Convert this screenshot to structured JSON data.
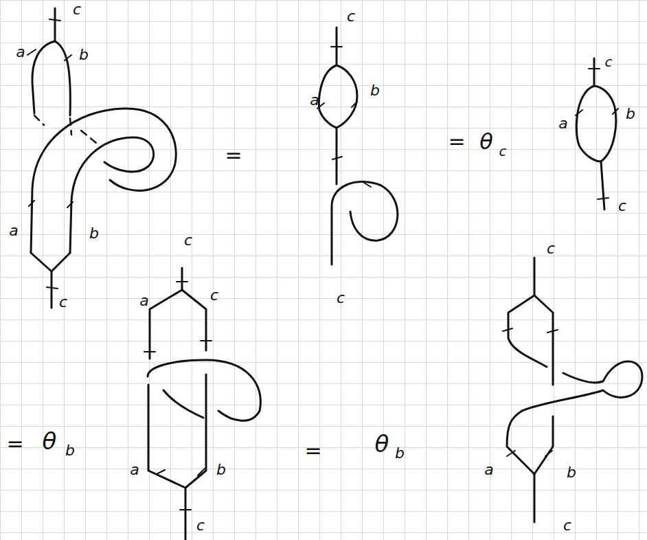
{
  "diagram": {
    "labels": [
      "c",
      "a",
      "b",
      "a",
      "b",
      "c",
      "=",
      "c",
      "a",
      "b",
      "c",
      "=",
      "θ",
      "c",
      "c",
      "a",
      "b",
      "c",
      "=",
      "θ",
      "b",
      "c",
      "a",
      "c",
      "a",
      "b",
      "c",
      "=",
      "θ",
      "b",
      "c",
      "a",
      "b",
      "c"
    ]
  }
}
